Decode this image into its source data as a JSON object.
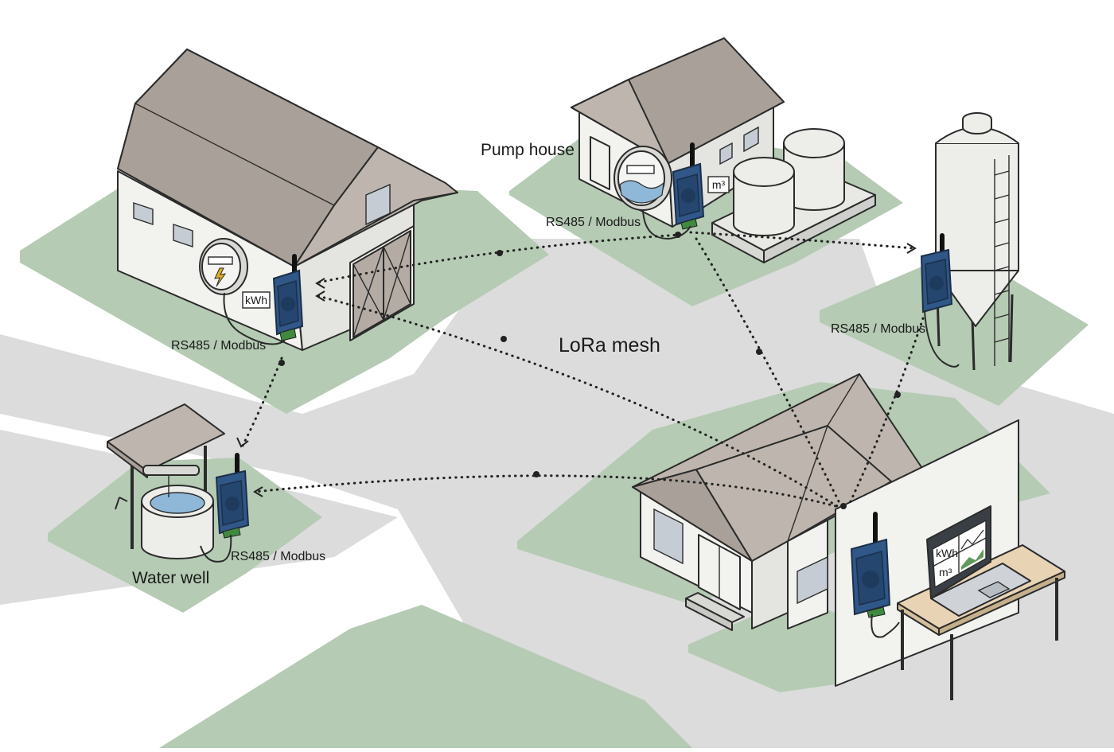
{
  "labels": {
    "pump_house": "Pump house",
    "water_well": "Water well",
    "lora_mesh": "LoRa mesh",
    "rs485_barn": "RS485 / Modbus",
    "rs485_pump": "RS485 / Modbus",
    "rs485_silo": "RS485 / Modbus",
    "rs485_well": "RS485 / Modbus"
  },
  "meters": {
    "barn_unit": "kWh",
    "pump_unit": "m³"
  },
  "dashboard": {
    "kwh_label": "kWh",
    "m3_label": "m³"
  },
  "icons": {
    "electric_meter": "lightning-bolt-icon",
    "water_meter": "water-wave-icon",
    "gateway": "lora-gateway-icon",
    "laptop": "laptop-dashboard-icon"
  },
  "colors": {
    "grass": "#b5cbb4",
    "road": "#dcdcdc",
    "device": "#2f5788",
    "roof": "#beb6ae",
    "chart_accent": "#5f9a5a"
  }
}
